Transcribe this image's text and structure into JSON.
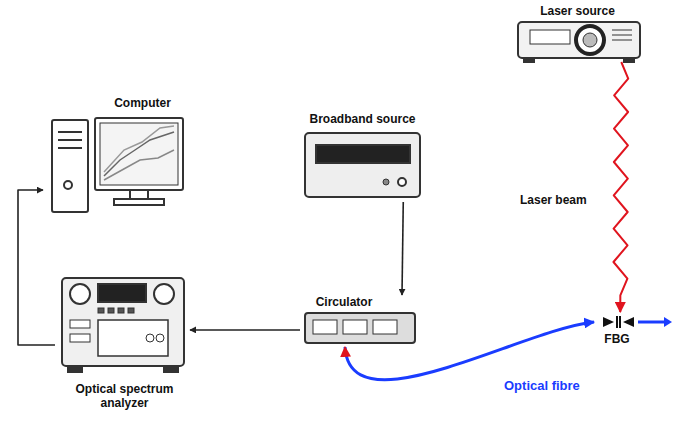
{
  "diagram": {
    "nodes": [
      {
        "text": [
          "Laser source"
        ]
      },
      {
        "text": [
          "Computer"
        ]
      },
      {
        "text": [
          "Broadband source"
        ]
      },
      {
        "text": [
          "Circulator"
        ]
      },
      {
        "text": [
          "FBG"
        ]
      },
      {
        "text": [
          "Optical spectrum analyzer"
        ]
      }
    ],
    "edges": [
      {
        "from": 2,
        "to": 3,
        "arrow": "to"
      },
      {
        "from": 3,
        "to": 5,
        "arrow": "to"
      },
      {
        "from": 5,
        "to": 1,
        "arrow": "to"
      },
      {
        "from": 3,
        "to": 4,
        "label": "Optical fibre",
        "arrow": "both"
      },
      {
        "from": 0,
        "to": 4,
        "label": "Laser beam",
        "arrow": "to"
      }
    ]
  }
}
